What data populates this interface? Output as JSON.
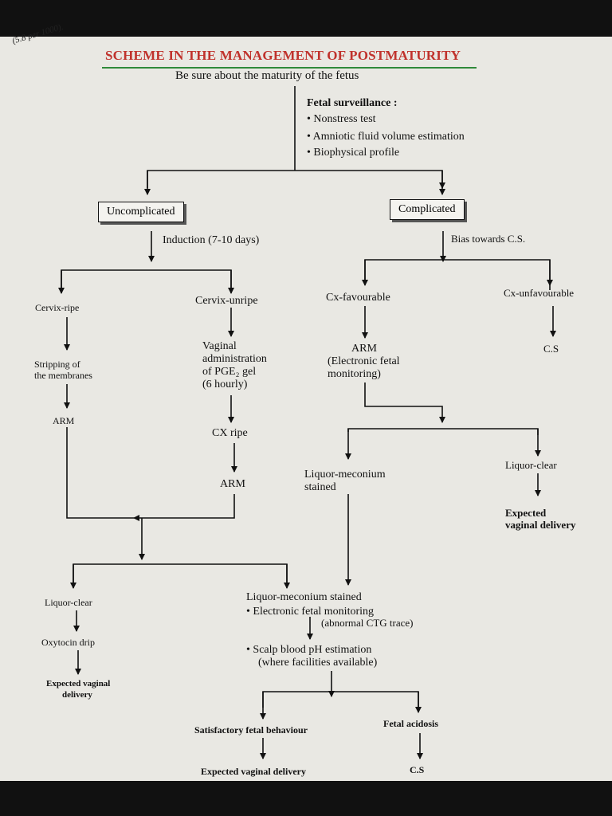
{
  "corner_note": "(5.8 per 1000).",
  "title": "SCHEME IN THE MANAGEMENT OF POSTMATURITY",
  "colors": {
    "title": "#c0322c",
    "title_rule": "#2f8a3a",
    "paper": "#e9e8e3"
  },
  "top": {
    "maturity": "Be sure about the maturity of the fetus",
    "surveillance_heading": "Fetal surveillance :",
    "surveillance_items": [
      "• Nonstress test",
      "• Amniotic fluid volume estimation",
      "• Biophysical profile"
    ]
  },
  "uncomplicated": {
    "box": "Uncomplicated",
    "induction": "Induction (7-10 days)",
    "ripe": {
      "label": "Cervix-ripe",
      "stripping": [
        "Stripping of",
        "the membranes"
      ],
      "arm": "ARM"
    },
    "unripe": {
      "label": "Cervix-unripe",
      "vaginal": [
        "Vaginal",
        "administration",
        "of PGE₂ gel",
        "(6 hourly)"
      ],
      "cx_ripe": "CX ripe",
      "arm": "ARM"
    }
  },
  "complicated": {
    "box": "Complicated",
    "bias": "Bias towards C.S.",
    "favourable": {
      "label": "Cx-favourable",
      "arm": [
        "ARM",
        "(Electronic fetal",
        "monitoring)"
      ]
    },
    "unfavourable": {
      "label": "Cx-unfavourable",
      "cs": "C.S"
    },
    "meconium": [
      "Liquor-meconium",
      "stained"
    ],
    "clear": {
      "label": "Liquor-clear",
      "delivery": [
        "Expected",
        "vaginal delivery"
      ]
    }
  },
  "bottom": {
    "clear": {
      "label": "Liquor-clear",
      "oxytocin": "Oxytocin drip",
      "delivery": [
        "Expected vaginal",
        "delivery"
      ]
    },
    "meconium": {
      "label": "Liquor-meconium stained",
      "efm": "• Electronic fetal monitoring",
      "ctg": "(abnormal CTG trace)",
      "scalp": "• Scalp blood pH estimation",
      "facilities": "(where facilities available)"
    },
    "satisfactory": "Satisfactory fetal behaviour",
    "expected": "Expected vaginal delivery",
    "acidosis": "Fetal acidosis",
    "cs": "C.S"
  }
}
